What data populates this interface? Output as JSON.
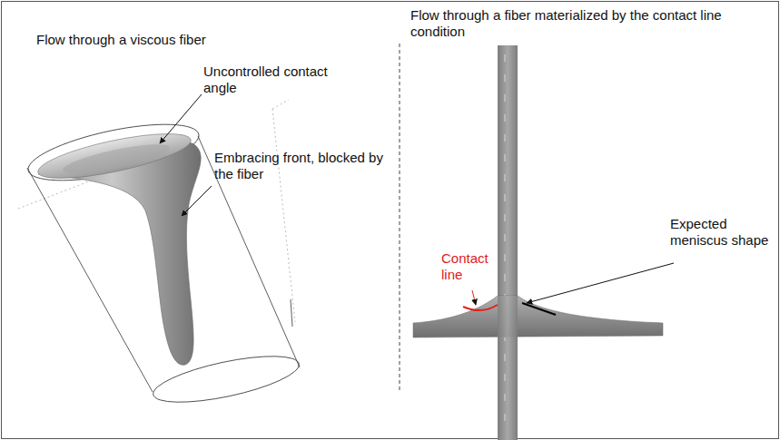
{
  "diagram": {
    "labels": [
      "Flow through a viscous fiber",
      "Flow through a fiber materialized by the contact line condition",
      "Uncontrolled contact angle",
      "Embracing front, blocked by the fiber",
      "Contact line",
      "Expected meniscus shape"
    ]
  }
}
